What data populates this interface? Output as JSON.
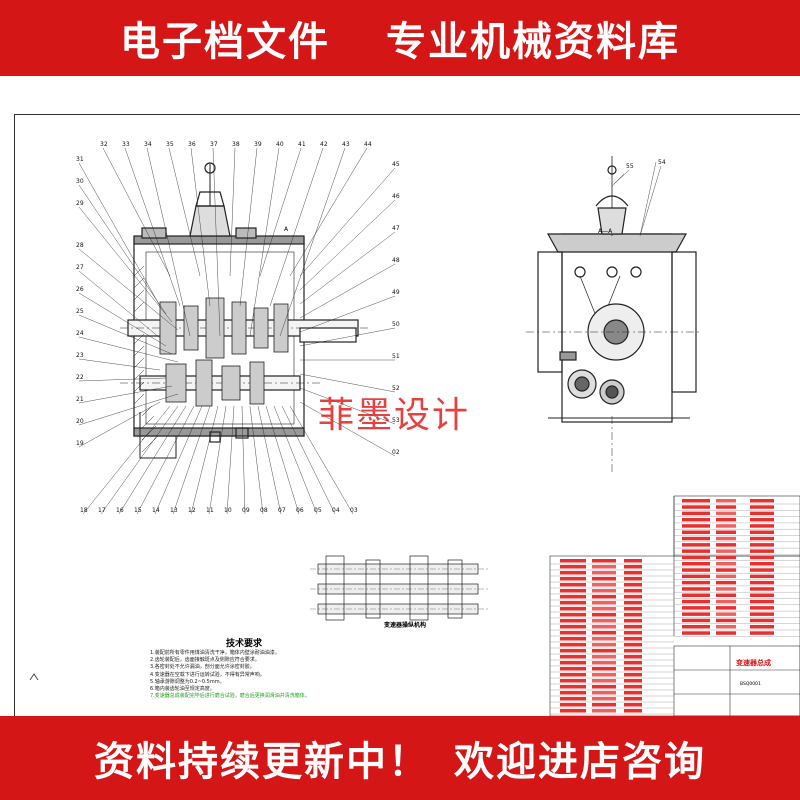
{
  "banner_top": {
    "left": "电子档文件",
    "right": "专业机械资料库"
  },
  "banner_bottom": {
    "left": "资料持续更新中！",
    "right": "欢迎进店咨询"
  },
  "watermark": "菲墨设计",
  "section_label": "A—A",
  "section_marker": "A",
  "tech_title": "技术要求",
  "sub_drawing_title": "变速器操纵机构",
  "tech_notes": [
    "1.装配前所有零件用煤油清洗干净，箱体内壁涂耐油油漆。",
    "2.齿轮装配后，齿面接触斑点及侧隙应符合要求。",
    "3.各密封处不允许漏油，剖分面允许涂密封胶。",
    "4.变速器在空载下进行运转试验，不得有异常声响。",
    "5.轴承游隙调整为0.2~0.5mm。",
    "6.箱内装齿轮油至规定高度。"
  ],
  "tech_notes_green": "7.变速器总成装配完毕后进行磨合试验，磨合后更换润滑油并清洗箱体。",
  "callouts_top": [
    "32",
    "33",
    "34",
    "35",
    "36",
    "37",
    "38",
    "39",
    "40",
    "41",
    "42",
    "43",
    "44"
  ],
  "callouts_right": [
    "45",
    "46",
    "47",
    "48",
    "49",
    "50",
    "51",
    "52",
    "53",
    "02"
  ],
  "callouts_left": [
    "31",
    "30",
    "29",
    "28",
    "27",
    "26",
    "25",
    "24",
    "23",
    "22",
    "21",
    "20",
    "19"
  ],
  "callouts_bottom": [
    "18",
    "17",
    "16",
    "15",
    "14",
    "13",
    "12",
    "11",
    "10",
    "09",
    "08",
    "07",
    "06",
    "05",
    "04",
    "03"
  ],
  "callouts_section": [
    "55",
    "54"
  ],
  "parts_left_rows": 26,
  "parts_right_rows": 22,
  "title_block": {
    "stamp": "变速器总成",
    "code": "BSQ0001"
  }
}
